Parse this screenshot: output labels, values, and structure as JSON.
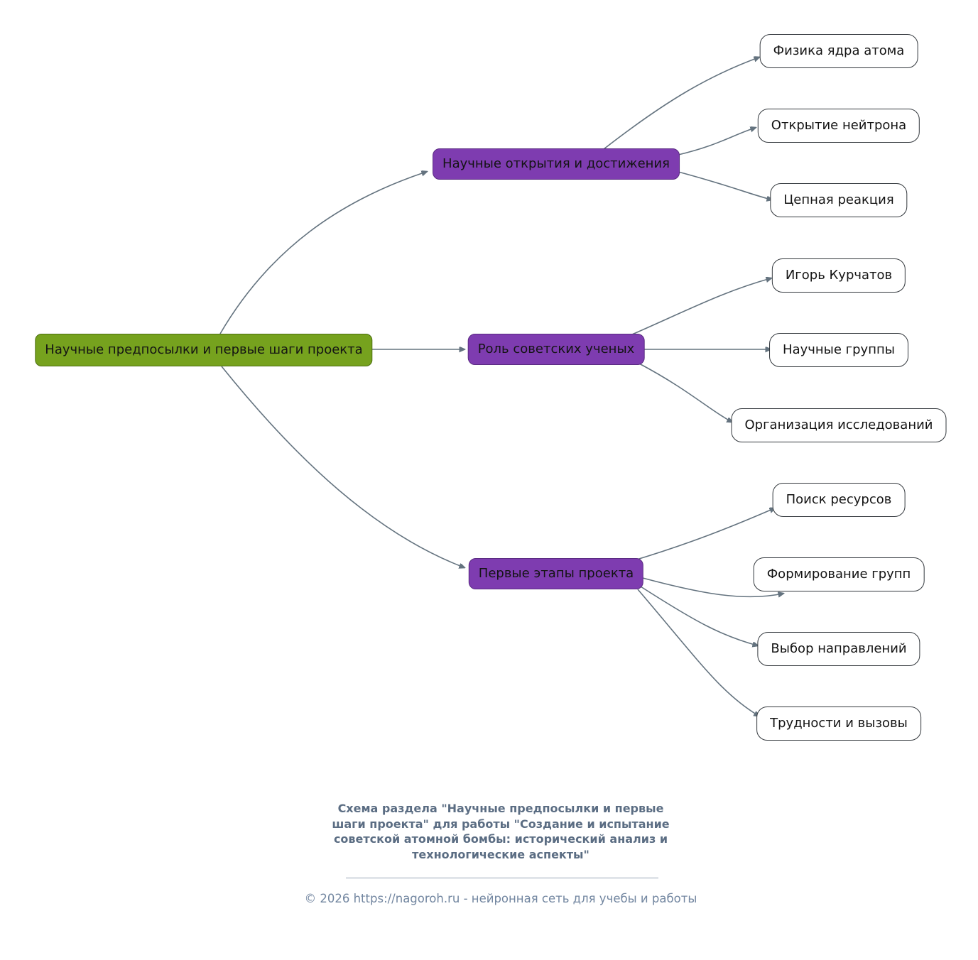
{
  "root": {
    "label": "Научные предпосылки и первые шаги проекта"
  },
  "branches": [
    {
      "label": "Научные открытия и достижения",
      "children": [
        {
          "label": "Физика ядра атома"
        },
        {
          "label": "Открытие нейтрона"
        },
        {
          "label": "Цепная реакция"
        }
      ]
    },
    {
      "label": "Роль советских ученых",
      "children": [
        {
          "label": "Игорь Курчатов"
        },
        {
          "label": "Научные группы"
        },
        {
          "label": "Организация исследований"
        }
      ]
    },
    {
      "label": "Первые этапы проекта",
      "children": [
        {
          "label": "Поиск ресурсов"
        },
        {
          "label": "Формирование групп"
        },
        {
          "label": "Выбор направлений"
        },
        {
          "label": "Трудности и вызовы"
        }
      ]
    }
  ],
  "caption": "Схема раздела \"Научные предпосылки и первые шаги проекта\" для работы \"Создание и испытание советской атомной бомбы: исторический анализ и технологические аспекты\"",
  "footer": "© 2026 https://nagoroh.ru - нейронная сеть для учебы и работы",
  "colors": {
    "root_node": "#76a21e",
    "root_border": "#4c6e10",
    "branch_node": "#7e3cb0",
    "branch_border": "#5a2b82",
    "leaf_border": "#33383d",
    "edge": "#64737f",
    "caption_text": "#5b6d83",
    "footer_text": "#7286a0"
  }
}
